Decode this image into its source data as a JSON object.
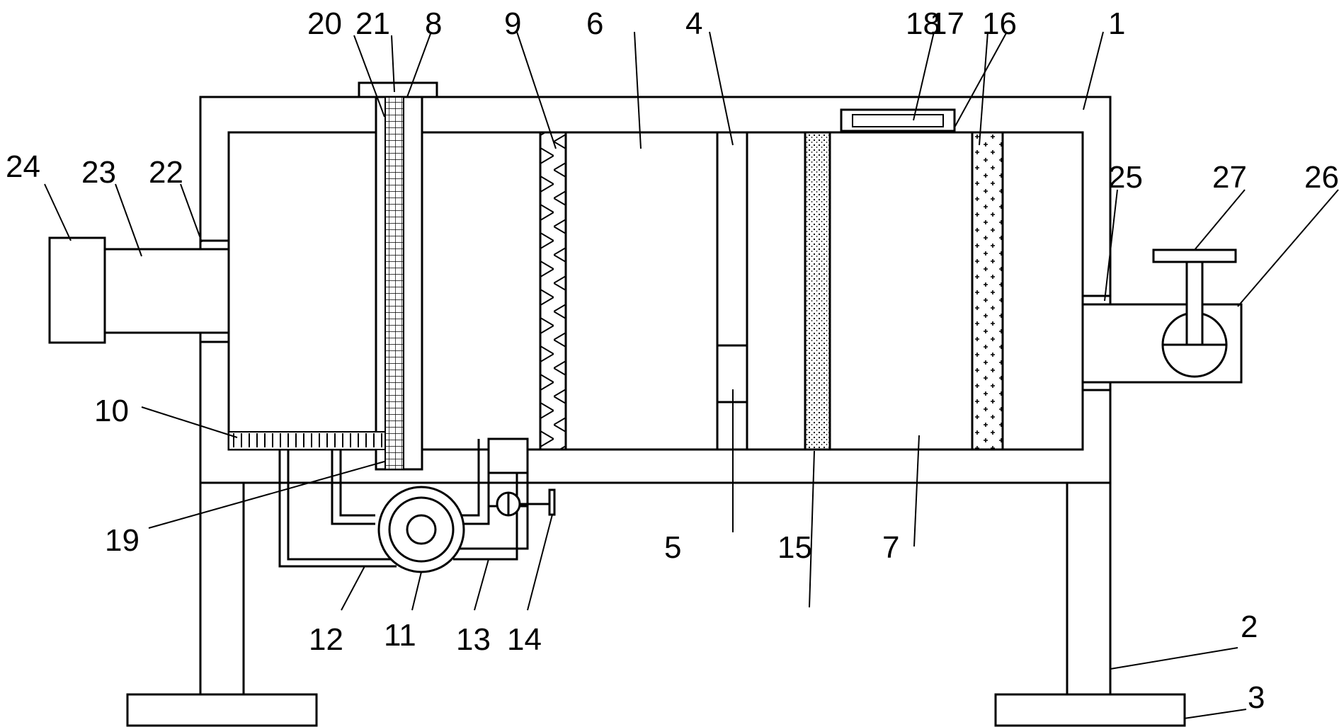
{
  "labels": {
    "l1": "1",
    "l2": "2",
    "l3": "3",
    "l4": "4",
    "l5": "5",
    "l6": "6",
    "l7": "7",
    "l8": "8",
    "l9": "9",
    "l10": "10",
    "l11": "11",
    "l12": "12",
    "l13": "13",
    "l14": "14",
    "l15": "15",
    "l16": "16",
    "l17": "17",
    "l18": "18",
    "l19": "19",
    "l20": "20",
    "l21": "21",
    "l22": "22",
    "l23": "23",
    "l24": "24",
    "l25": "25",
    "l26": "26",
    "l27": "27"
  }
}
